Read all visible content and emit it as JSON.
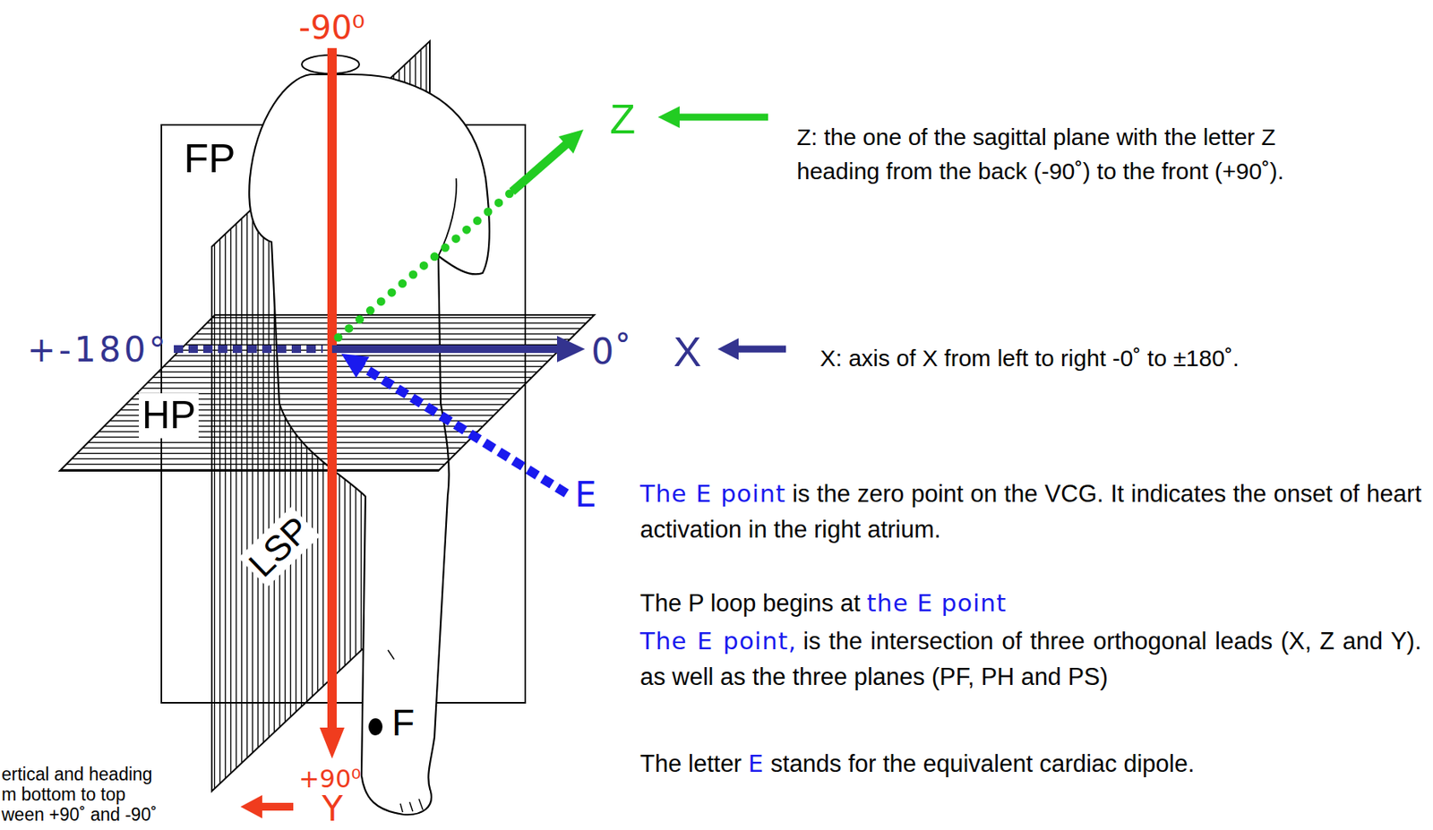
{
  "diagram": {
    "labels": [
      "-90⁰",
      "Z",
      "Z: the one of the sagittal plane with the letter Z heading from the back (-90˚) to the front (+90˚).",
      "FP",
      "+-180°",
      "0˚",
      "X",
      "X: axis of X from left to right -0˚ to ±180˚.",
      "HP",
      "E",
      "The E point",
      "is the zero point on the VCG. It indicates the onset of heart activation in the right atrium.",
      "The P loop begins at",
      "the E point",
      "The E point,",
      "is the intersection of three orthogonal leads (X, Z and Y). as well as the three planes (PF, PH and PS)",
      "The letter",
      "E",
      "stands for the equivalent cardiac dipole.",
      "LSP",
      "F",
      "+90⁰",
      "Y",
      "ertical and heading",
      "m bottom to top",
      "ween +90˚ and -90˚"
    ]
  }
}
